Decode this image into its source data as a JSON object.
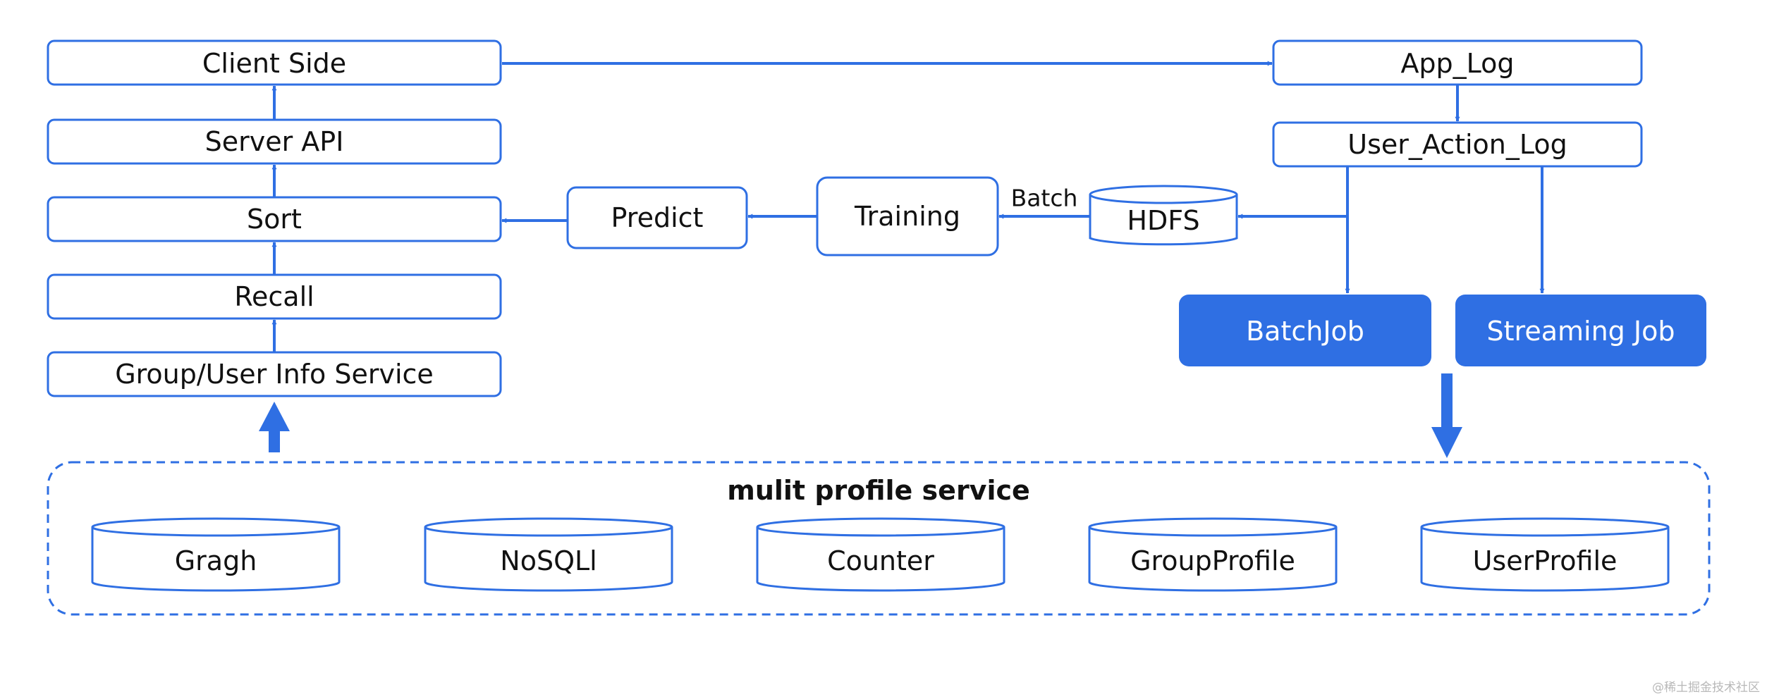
{
  "colors": {
    "accent": "#2f6fe3",
    "text": "#111111",
    "background": "#ffffff",
    "watermark": "#b8b8b8"
  },
  "left_stack": {
    "client_side": "Client Side",
    "server_api": "Server API",
    "sort": "Sort",
    "recall": "Recall",
    "group_user_info": "Group/User Info Service"
  },
  "pipeline": {
    "predict": "Predict",
    "training": "Training",
    "hdfs": "HDFS",
    "batch_label": "Batch"
  },
  "right_stack": {
    "app_log": "App_Log",
    "user_action_log": "User_Action_Log",
    "batch_job": "BatchJob",
    "streaming_job": "Streaming Job"
  },
  "profile_service": {
    "title": "mulit profile service",
    "stores": [
      "Gragh",
      "NoSQLl",
      "Counter",
      "GroupProfile",
      "UserProfile"
    ]
  },
  "watermark": "@稀土掘金技术社区"
}
